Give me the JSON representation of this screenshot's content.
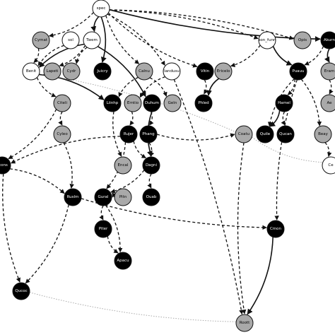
{
  "colors": {
    "white": "#ffffff",
    "gray": "#a9a9a9",
    "black": "#000000",
    "edge": "#111111",
    "faint": "#aaaaaa"
  },
  "nodes": [
    {
      "id": "n_top",
      "label": "spec",
      "fill": "white"
    },
    {
      "id": "n_cymat",
      "label": "Cymat",
      "fill": "gray"
    },
    {
      "id": "n_sol",
      "label": "sol",
      "fill": "white"
    },
    {
      "id": "n_twem",
      "label": "Twem",
      "fill": "white"
    },
    {
      "id": "n_benit",
      "label": "Benit",
      "fill": "white"
    },
    {
      "id": "n_lapeti",
      "label": "Lapeti",
      "fill": "gray"
    },
    {
      "id": "n_cydr",
      "label": "Cydr",
      "fill": "gray"
    },
    {
      "id": "n_juicry",
      "label": "Juicry",
      "fill": "black"
    },
    {
      "id": "n_calnu",
      "label": "Calnu",
      "fill": "gray"
    },
    {
      "id": "n_lardusu",
      "label": "landusu",
      "fill": "white"
    },
    {
      "id": "n_vitin",
      "label": "Vitin",
      "fill": "black"
    },
    {
      "id": "n_ericelo",
      "label": "Ericelo",
      "fill": "gray"
    },
    {
      "id": "n_sonfunn",
      "label": "son_funn",
      "fill": "white"
    },
    {
      "id": "n_opis",
      "label": "Opis",
      "fill": "gray"
    },
    {
      "id": "n_alurn",
      "label": "Akurn",
      "fill": "black"
    },
    {
      "id": "n_puauu",
      "label": "Puauu",
      "fill": "black"
    },
    {
      "id": "n_eram",
      "label": "Eram",
      "fill": "gray"
    },
    {
      "id": "n_citeli",
      "label": "Citeli",
      "fill": "gray"
    },
    {
      "id": "n_liinhp",
      "label": "Liinhp",
      "fill": "black"
    },
    {
      "id": "n_erntio",
      "label": "Erntio",
      "fill": "gray"
    },
    {
      "id": "n_duhum",
      "label": "Duhum",
      "fill": "black"
    },
    {
      "id": "n_geln",
      "label": "Geln",
      "fill": "gray"
    },
    {
      "id": "n_phled",
      "label": "Phled",
      "fill": "black"
    },
    {
      "id": "n_hamel",
      "label": "Hamel",
      "fill": "black"
    },
    {
      "id": "n_ae",
      "label": "Ae",
      "fill": "gray"
    },
    {
      "id": "n_cyleo",
      "label": "Cyleo",
      "fill": "gray"
    },
    {
      "id": "n_rujer",
      "label": "Rujer",
      "fill": "black"
    },
    {
      "id": "n_phang",
      "label": "Phang",
      "fill": "black"
    },
    {
      "id": "n_coatu",
      "label": "Coatu",
      "fill": "gray"
    },
    {
      "id": "n_quile",
      "label": "Quile",
      "fill": "black"
    },
    {
      "id": "n_qucan",
      "label": "Qucan",
      "fill": "black"
    },
    {
      "id": "n_beay",
      "label": "Beay",
      "fill": "gray"
    },
    {
      "id": "n_lconsp",
      "label": "Lcons",
      "fill": "black"
    },
    {
      "id": "n_encal",
      "label": "Encal",
      "fill": "gray"
    },
    {
      "id": "n_dagni",
      "label": "Dagni",
      "fill": "black"
    },
    {
      "id": "n_ce",
      "label": "Ce",
      "fill": "white"
    },
    {
      "id": "n_ruslm",
      "label": "Ruslm",
      "fill": "black"
    },
    {
      "id": "n_gural",
      "label": "Gural",
      "fill": "black"
    },
    {
      "id": "n_pitn",
      "label": "Pitn",
      "fill": "gray"
    },
    {
      "id": "n_ouab",
      "label": "Ouab",
      "fill": "black"
    },
    {
      "id": "n_piter",
      "label": "Piter",
      "fill": "black"
    },
    {
      "id": "n_cmon",
      "label": "Cmon",
      "fill": "black"
    },
    {
      "id": "n_apacu",
      "label": "Apacu",
      "fill": "black"
    },
    {
      "id": "n_qucoc",
      "label": "Qucoc",
      "fill": "black"
    },
    {
      "id": "n_roott",
      "label": "Roott",
      "fill": "gray"
    }
  ],
  "edges": [
    {
      "from": "n_top",
      "to": "n_cymat",
      "style": "dashed"
    },
    {
      "from": "n_top",
      "to": "n_twem",
      "style": "solid"
    },
    {
      "from": "n_top",
      "to": "n_juicry",
      "style": "solid"
    },
    {
      "from": "n_top",
      "to": "n_calnu",
      "style": "dashed"
    },
    {
      "from": "n_top",
      "to": "n_lardusu",
      "style": "dashed"
    },
    {
      "from": "n_top",
      "to": "n_vitin",
      "style": "dashed"
    },
    {
      "from": "n_top",
      "to": "n_sonfunn",
      "style": "dashed"
    },
    {
      "from": "n_top",
      "to": "n_alurn",
      "style": "solid"
    },
    {
      "from": "n_top",
      "to": "n_opis",
      "style": "dashed"
    },
    {
      "from": "n_twem",
      "to": "n_benit",
      "style": "solid"
    },
    {
      "from": "n_twem",
      "to": "n_lapeti",
      "style": "dashed"
    },
    {
      "from": "n_twem",
      "to": "n_cydr",
      "style": "dashed"
    },
    {
      "from": "n_twem",
      "to": "n_duhum",
      "style": "solid"
    },
    {
      "from": "n_sol",
      "to": "n_benit",
      "style": "dashed"
    },
    {
      "from": "n_cymat",
      "to": "n_benit",
      "style": "dashed"
    },
    {
      "from": "n_benit",
      "to": "n_citeli",
      "style": "dashed"
    },
    {
      "from": "n_benit",
      "to": "n_liinhp",
      "style": "solid"
    },
    {
      "from": "n_calnu",
      "to": "n_liinhp",
      "style": "dashed"
    },
    {
      "from": "n_calnu",
      "to": "n_geln",
      "style": "dashed"
    },
    {
      "from": "n_lardusu",
      "to": "n_erntio",
      "style": "dashed"
    },
    {
      "from": "n_vitin",
      "to": "n_phled",
      "style": "dashed"
    },
    {
      "from": "n_ericelo",
      "to": "n_phled",
      "style": "solid"
    },
    {
      "from": "n_sonfunn",
      "to": "n_ericelo",
      "style": "dashed"
    },
    {
      "from": "n_sonfunn",
      "to": "n_puauu",
      "style": "solid"
    },
    {
      "from": "n_alurn",
      "to": "n_puauu",
      "style": "dashed"
    },
    {
      "from": "n_alurn",
      "to": "n_eram",
      "style": "solid"
    },
    {
      "from": "n_puauu",
      "to": "n_hamel",
      "style": "dashed"
    },
    {
      "from": "n_puauu",
      "to": "n_quile",
      "style": "dashed"
    },
    {
      "from": "n_puauu",
      "to": "n_beay",
      "style": "dashed"
    },
    {
      "from": "n_puauu",
      "to": "n_cmon",
      "style": "dashed"
    },
    {
      "from": "n_eram",
      "to": "n_ae",
      "style": "dashed"
    },
    {
      "from": "n_hamel",
      "to": "n_qucan",
      "style": "dashed"
    },
    {
      "from": "n_hamel",
      "to": "n_quile",
      "style": "solid"
    },
    {
      "from": "n_citeli",
      "to": "n_cyleo",
      "style": "dashed"
    },
    {
      "from": "n_citeli",
      "to": "n_lconsp",
      "style": "dashed"
    },
    {
      "from": "n_liinhp",
      "to": "n_encal",
      "style": "dashed"
    },
    {
      "from": "n_erntio",
      "to": "n_rujer",
      "style": "dashed"
    },
    {
      "from": "n_duhum",
      "to": "n_dagni",
      "style": "solid"
    },
    {
      "from": "n_duhum",
      "to": "n_phang",
      "style": "dashed"
    },
    {
      "from": "n_rujer",
      "to": "n_dagni",
      "style": "dashed"
    },
    {
      "from": "n_rujer",
      "to": "n_gural",
      "style": "dashed"
    },
    {
      "from": "n_rujer",
      "to": "n_lconsp",
      "style": "dashed"
    },
    {
      "from": "n_phang",
      "to": "n_dagni",
      "style": "dashed"
    },
    {
      "from": "n_phang",
      "to": "n_coatu",
      "style": "dashed"
    },
    {
      "from": "n_cyleo",
      "to": "n_ruslm",
      "style": "dashed"
    },
    {
      "from": "n_dagni",
      "to": "n_ouab",
      "style": "dashed"
    },
    {
      "from": "n_dagni",
      "to": "n_gural",
      "style": "dashed"
    },
    {
      "from": "n_gural",
      "to": "n_piter",
      "style": "dashed"
    },
    {
      "from": "n_gural",
      "to": "n_apacu",
      "style": "dashed"
    },
    {
      "from": "n_pitn",
      "to": "n_gural",
      "style": "dashed"
    },
    {
      "from": "n_lconsp",
      "to": "n_ruslm",
      "style": "dashed"
    },
    {
      "from": "n_ruslm",
      "to": "n_cmon",
      "style": "dashed"
    },
    {
      "from": "n_ruslm",
      "to": "n_qucoc",
      "style": "dashed"
    },
    {
      "from": "n_piter",
      "to": "n_apacu",
      "style": "dashed"
    },
    {
      "from": "n_cmon",
      "to": "n_roott",
      "style": "solid"
    },
    {
      "from": "n_coatu",
      "to": "n_roott",
      "style": "dashed"
    },
    {
      "from": "n_lardusu",
      "to": "n_roott",
      "style": "dashed"
    },
    {
      "from": "n_lconsp",
      "to": "n_qucoc",
      "style": "dashed"
    },
    {
      "from": "n_beay",
      "to": "n_ce",
      "style": "dashed"
    },
    {
      "from": "n_qucoc",
      "to": "n_roott",
      "style": "dotted"
    },
    {
      "from": "n_benit",
      "to": "n_coatu",
      "style": "dotted"
    },
    {
      "from": "n_coatu",
      "to": "n_ce",
      "style": "dotted"
    }
  ]
}
